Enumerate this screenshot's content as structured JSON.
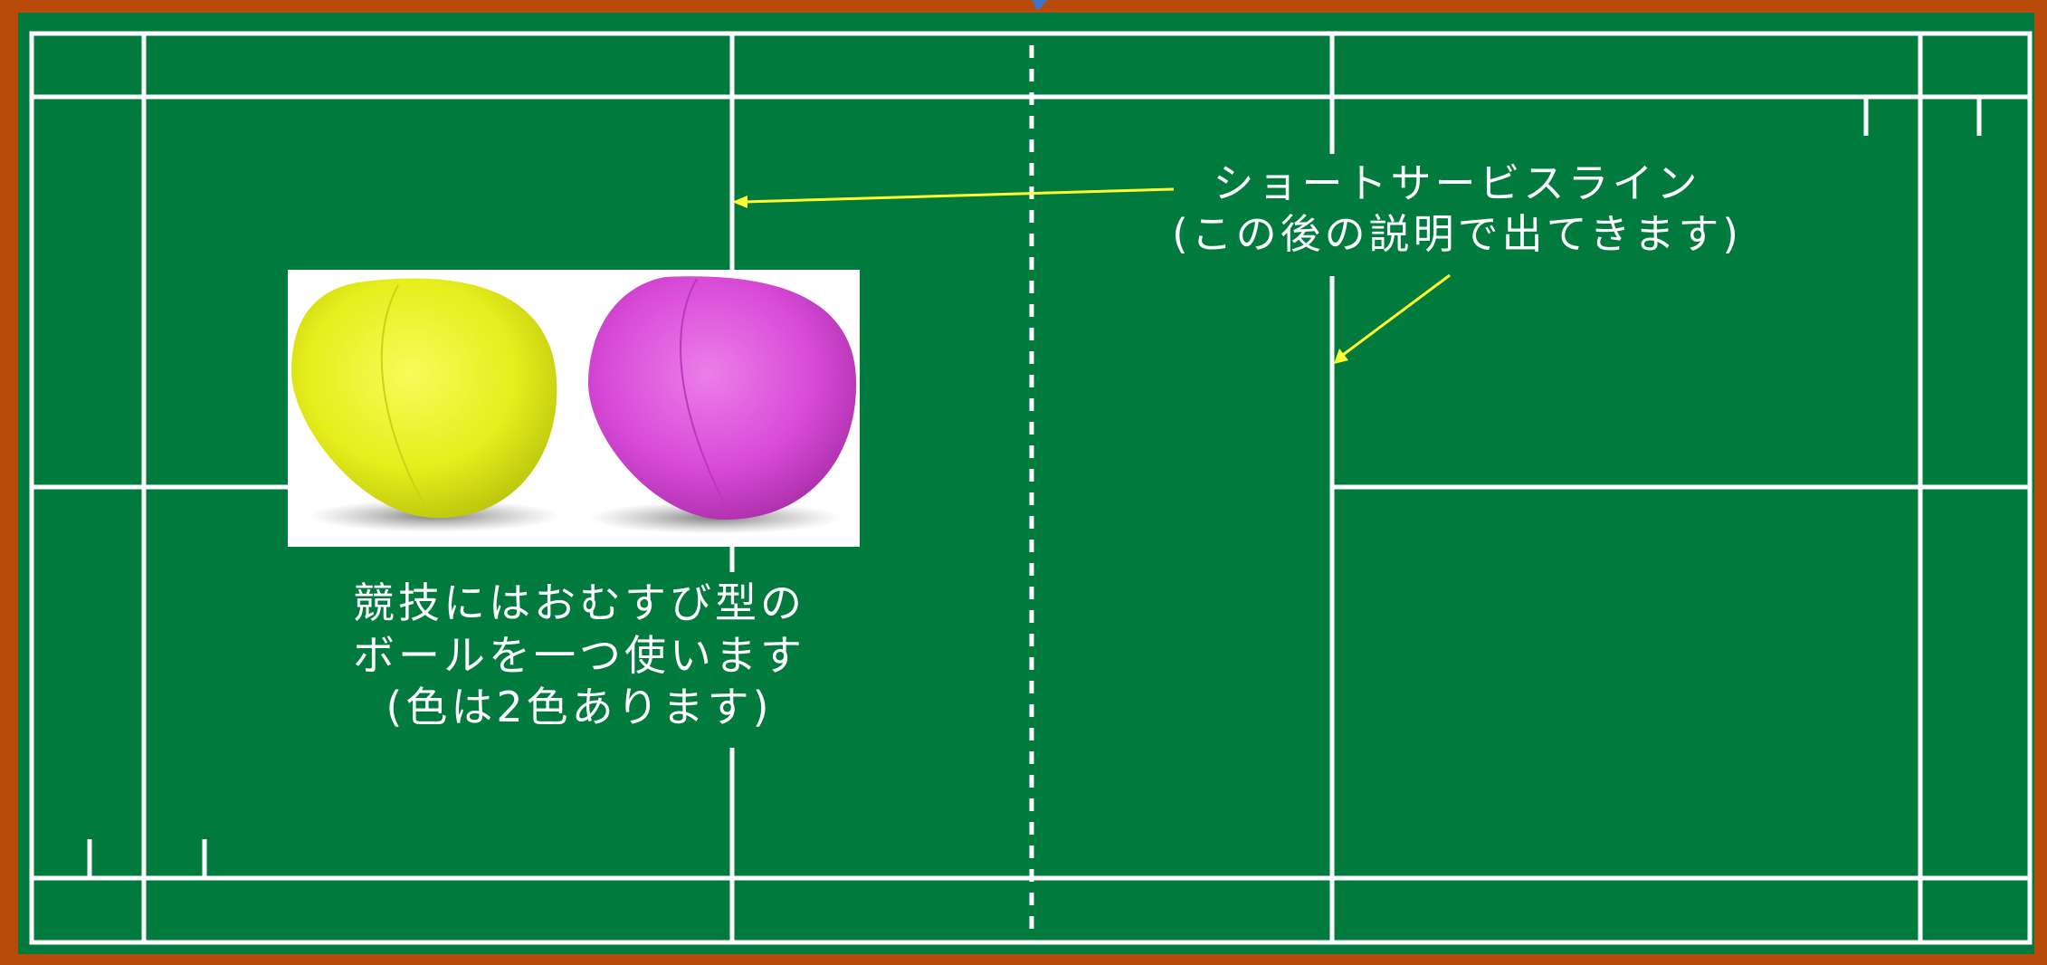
{
  "colors": {
    "border": "#b84a0a",
    "court": "#007a3d",
    "lines": "#ffffff",
    "arrow": "#ffff33",
    "ball_yellow": "#eef224",
    "ball_magenta": "#d84ad8",
    "top_edge_mark": "#4472c4"
  },
  "annotation": {
    "line1": "ショートサービスライン",
    "line2": "(この後の説明で出てきます)"
  },
  "caption": {
    "line1": "競技にはおむすび型の",
    "line2": "ボールを一つ使います",
    "line3": "(色は2色あります)"
  },
  "balls": [
    {
      "name": "yellow-ball",
      "color": "yellow"
    },
    {
      "name": "magenta-ball",
      "color": "magenta"
    }
  ]
}
